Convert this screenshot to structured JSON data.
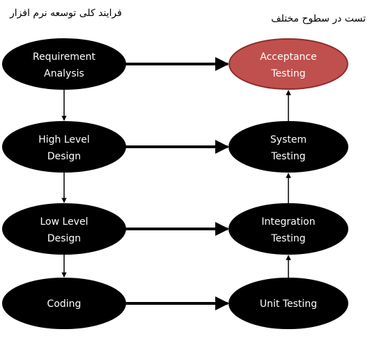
{
  "captions": {
    "development_title": "فرایند کلی توسعه نرم افزار",
    "testing_title": "تست در سطوح مختلف"
  },
  "colors": {
    "node_fill": "#000000",
    "node_text": "#ffffff",
    "highlight_fill": "#c0504d",
    "highlight_stroke": "#8b2e2b",
    "arrow": "#000000"
  },
  "development_nodes": [
    {
      "line1": "Requirement",
      "line2": "Analysis"
    },
    {
      "line1": "High Level",
      "line2": "Design"
    },
    {
      "line1": "Low Level",
      "line2": "Design"
    },
    {
      "line1": "Coding",
      "line2": ""
    }
  ],
  "testing_nodes": [
    {
      "line1": "Acceptance",
      "line2": "Testing",
      "highlight": true
    },
    {
      "line1": "System",
      "line2": "Testing",
      "highlight": false
    },
    {
      "line1": "Integration",
      "line2": "Testing",
      "highlight": false
    },
    {
      "line1": "Unit Testing",
      "line2": "",
      "highlight": false
    }
  ]
}
